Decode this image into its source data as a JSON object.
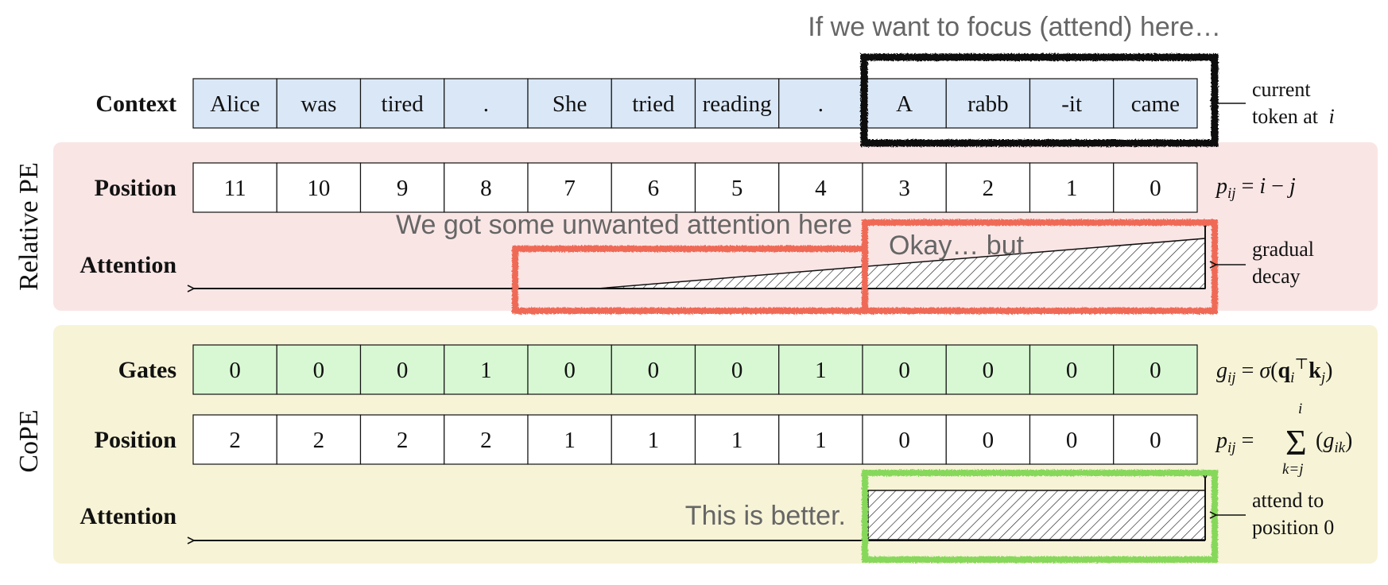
{
  "annotations": {
    "focus": "If we want to focus (attend) here…",
    "unwanted": "We got some unwanted attention here",
    "okay": "Okay… but",
    "better": "This is better."
  },
  "sections": {
    "relative_pe": "Relative PE",
    "cope": "CoPE"
  },
  "row_labels": {
    "context": "Context",
    "position": "Position",
    "attention": "Attention",
    "gates": "Gates"
  },
  "context_tokens": [
    "Alice",
    "was",
    "tired",
    ".",
    "She",
    "tried",
    "reading",
    ".",
    "A",
    "rabb",
    "-it",
    "came"
  ],
  "relative_positions": [
    "11",
    "10",
    "9",
    "8",
    "7",
    "6",
    "5",
    "4",
    "3",
    "2",
    "1",
    "0"
  ],
  "gates": [
    "0",
    "0",
    "0",
    "1",
    "0",
    "0",
    "0",
    "1",
    "0",
    "0",
    "0",
    "0"
  ],
  "cope_positions": [
    "2",
    "2",
    "2",
    "2",
    "1",
    "1",
    "1",
    "1",
    "0",
    "0",
    "0",
    "0"
  ],
  "side_notes": {
    "current_token_line1": "current",
    "current_token_line2": "token at",
    "current_token_var": "i",
    "gradual_line1": "gradual",
    "gradual_line2": "decay",
    "attend_line1": "attend to",
    "attend_line2": "position 0"
  },
  "formulas": {
    "relative_position": "p_ij = i − j",
    "gate": "g_ij = σ(q_i^⊤ k_j)",
    "cope_position": "p_ij = Σ_{k=j}^{i} (g_ik)"
  },
  "colors": {
    "context_fill": "#dae7f7",
    "gate_fill": "#d8f8d3",
    "relative_pe_bg": "#fae5e5",
    "cope_bg": "#f7f3d6",
    "annotation_text": "#666666",
    "highlight_black": "#111111",
    "highlight_red": "#ef6b57",
    "highlight_green": "#86d85a"
  }
}
